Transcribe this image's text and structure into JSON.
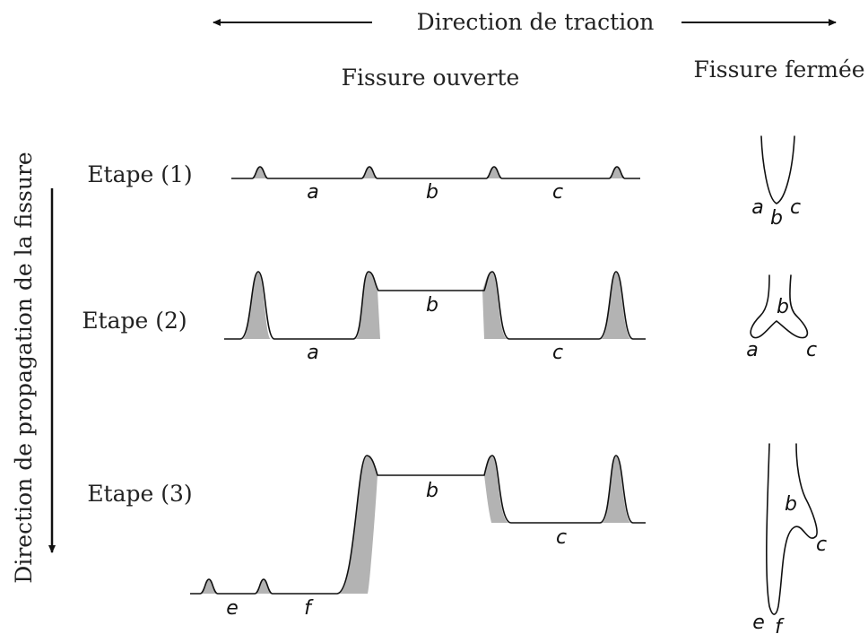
{
  "header": {
    "direction_traction": "Direction de traction",
    "fissure_ouverte": "Fissure ouverte",
    "fissure_fermee": "Fissure fermée"
  },
  "side_label": "Direction de propagation de la fissure",
  "steps": [
    {
      "label": "Etape (1)",
      "segments": [
        "a",
        "b",
        "c"
      ],
      "closed": [
        "a",
        "b",
        "c"
      ]
    },
    {
      "label": "Etape (2)",
      "segments": [
        "a",
        "b",
        "c"
      ],
      "closed": [
        "b",
        "a",
        "c"
      ]
    },
    {
      "label": "Etape (3)",
      "segments": [
        "b",
        "c",
        "e",
        "f"
      ],
      "closed": [
        "b",
        "c",
        "e",
        "f"
      ]
    }
  ]
}
